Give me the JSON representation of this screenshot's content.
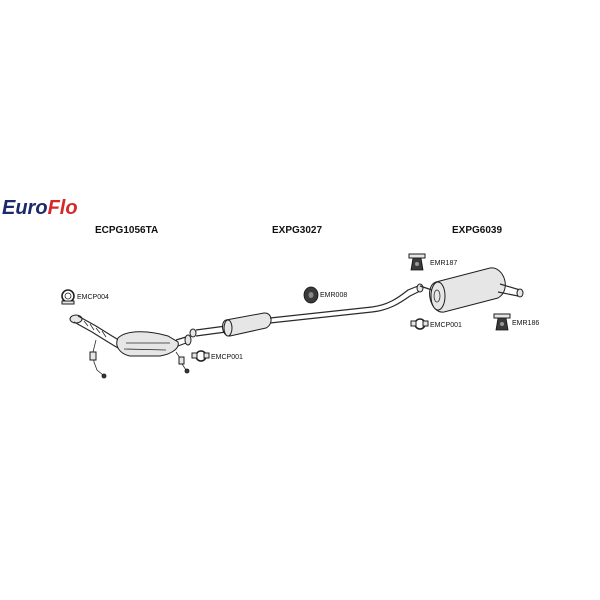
{
  "brand": {
    "name_part1": "Euro",
    "name_part2": "Flo",
    "color_primary": "#1a2a6c",
    "color_accent": "#d62828"
  },
  "assemblies": [
    {
      "id": "front",
      "code": "ECPG1056TA"
    },
    {
      "id": "middle",
      "code": "EXPG3027"
    },
    {
      "id": "rear",
      "code": "EXPG6039"
    }
  ],
  "parts": {
    "clamp_front": "EMCP004",
    "clamp_middle": "EMCP001",
    "rubber_mount_middle": "EMR008",
    "rubber_mount_rear_top": "EMR187",
    "clamp_rear": "EMCP001",
    "rubber_mount_rear_right": "EMR186"
  }
}
